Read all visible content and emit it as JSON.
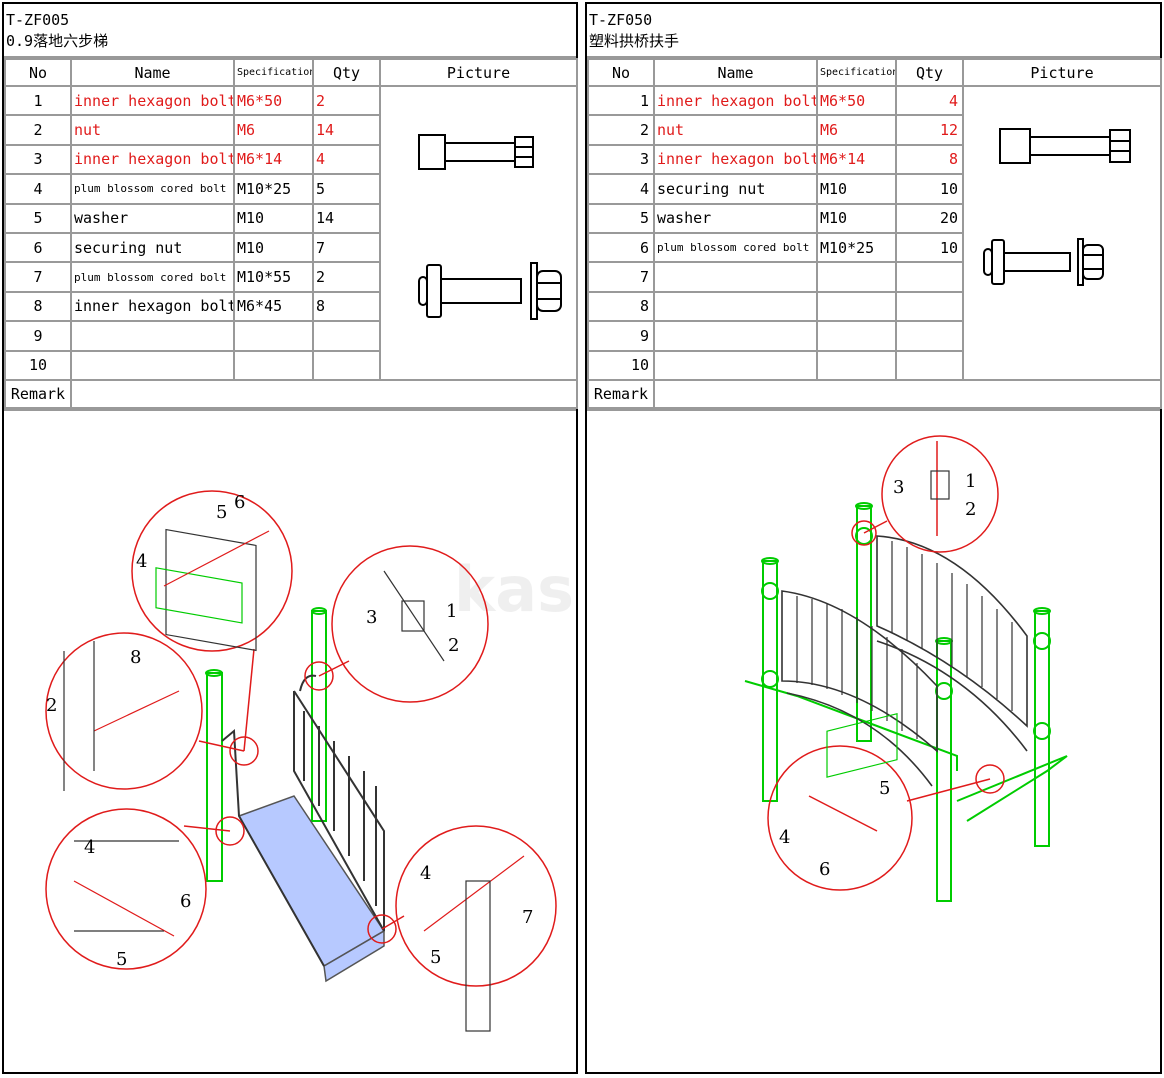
{
  "left": {
    "code": "T-ZF005",
    "subtitle": "0.9落地六步梯",
    "headers": {
      "no": "No",
      "name": "Name",
      "spec": "Specification",
      "qty": "Qty",
      "picture": "Picture"
    },
    "rows": [
      {
        "no": "1",
        "name": "inner hexagon bolt",
        "spec": "M6*50",
        "qty": "2"
      },
      {
        "no": "2",
        "name": "nut",
        "spec": "M6",
        "qty": "14"
      },
      {
        "no": "3",
        "name": "inner hexagon bolt",
        "spec": "M6*14",
        "qty": "4"
      },
      {
        "no": "4",
        "name": "plum blossom cored bolt",
        "spec": "M10*25",
        "qty": "5"
      },
      {
        "no": "5",
        "name": "washer",
        "spec": "M10",
        "qty": "14"
      },
      {
        "no": "6",
        "name": "securing nut",
        "spec": "M10",
        "qty": "7"
      },
      {
        "no": "7",
        "name": "plum blossom cored bolt",
        "spec": "M10*55",
        "qty": "2"
      },
      {
        "no": "8",
        "name": "inner hexagon bolt",
        "spec": "M6*45",
        "qty": "8"
      },
      {
        "no": "9",
        "name": "",
        "spec": "",
        "qty": ""
      },
      {
        "no": "10",
        "name": "",
        "spec": "",
        "qty": ""
      }
    ],
    "remark_label": "Remark",
    "callouts": [
      "1",
      "2",
      "3",
      "4",
      "5",
      "6",
      "7",
      "8"
    ]
  },
  "right": {
    "code": "T-ZF050",
    "subtitle": "塑料拱桥扶手",
    "headers": {
      "no": "No",
      "name": "Name",
      "spec": "Specification",
      "qty": "Qty",
      "picture": "Picture"
    },
    "rows": [
      {
        "no": "1",
        "name": "inner hexagon bolt",
        "spec": "M6*50",
        "qty": "4"
      },
      {
        "no": "2",
        "name": "nut",
        "spec": "M6",
        "qty": "12"
      },
      {
        "no": "3",
        "name": "inner hexagon bolt",
        "spec": "M6*14",
        "qty": "8"
      },
      {
        "no": "4",
        "name": "securing nut",
        "spec": "M10",
        "qty": "10"
      },
      {
        "no": "5",
        "name": "washer",
        "spec": "M10",
        "qty": "20"
      },
      {
        "no": "6",
        "name": "plum blossom cored bolt",
        "spec": "M10*25",
        "qty": "10"
      },
      {
        "no": "7",
        "name": "",
        "spec": "",
        "qty": ""
      },
      {
        "no": "8",
        "name": "",
        "spec": "",
        "qty": ""
      },
      {
        "no": "9",
        "name": "",
        "spec": "",
        "qty": ""
      },
      {
        "no": "10",
        "name": "",
        "spec": "",
        "qty": ""
      }
    ],
    "remark_label": "Remark",
    "callouts": [
      "1",
      "2",
      "3",
      "4",
      "5",
      "6"
    ]
  },
  "watermark": "kasim",
  "colors": {
    "highlight": "#e01b1b",
    "frame": "#00cc00",
    "step": "#7b9cff",
    "grid": "#999999"
  }
}
